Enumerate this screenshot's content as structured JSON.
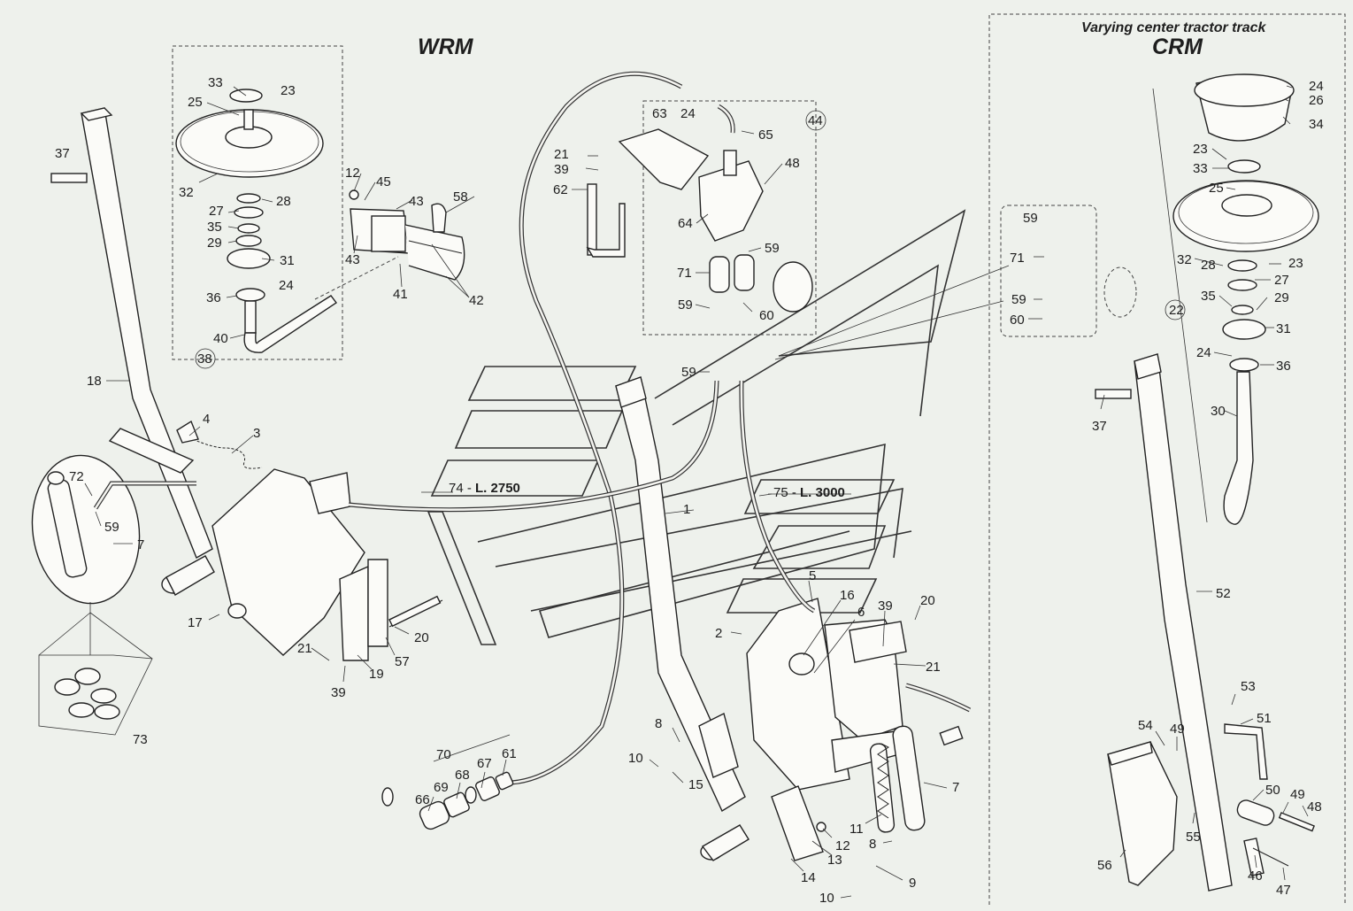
{
  "titles": {
    "wrm": "WRM",
    "crm": "CRM",
    "crm_subtitle": "Varying center tractor track"
  },
  "hoses": {
    "h74_number": "74 - ",
    "h74_length": "L. 2750",
    "h75_number": "75 - ",
    "h75_length": "L. 3000"
  },
  "callouts": {
    "c1": "1",
    "c2": "2",
    "c3": "3",
    "c4": "4",
    "c5": "5",
    "c6": "6",
    "c7a": "7",
    "c7b": "7",
    "c8a": "8",
    "c8b": "8",
    "c9": "9",
    "c10a": "10",
    "c10b": "10",
    "c11": "11",
    "c12a": "12",
    "c12b": "12",
    "c13": "13",
    "c14": "14",
    "c15": "15",
    "c16": "16",
    "c17": "17",
    "c18": "18",
    "c19": "19",
    "c20a": "20",
    "c20b": "20",
    "c21a": "21",
    "c21b": "21",
    "c21c": "21",
    "c22": "22",
    "c23a": "23",
    "c23b": "23",
    "c23c": "23",
    "c24a": "24",
    "c24b": "24",
    "c24c": "24",
    "c24d": "24",
    "c25a": "25",
    "c25b": "25",
    "c26": "26",
    "c27a": "27",
    "c27b": "27",
    "c28a": "28",
    "c28b": "28",
    "c29a": "29",
    "c29b": "29",
    "c30": "30",
    "c31a": "31",
    "c31b": "31",
    "c32a": "32",
    "c32b": "32",
    "c33a": "33",
    "c33b": "33",
    "c34": "34",
    "c35a": "35",
    "c35b": "35",
    "c36a": "36",
    "c36b": "36",
    "c37a": "37",
    "c37b": "37",
    "c38": "38",
    "c39a": "39",
    "c39b": "39",
    "c39c": "39",
    "c40": "40",
    "c41": "41",
    "c42": "42",
    "c43a": "43",
    "c43b": "43",
    "c44": "44",
    "c45": "45",
    "c46": "46",
    "c47": "47",
    "c48a": "48",
    "c48b": "48",
    "c49a": "49",
    "c49b": "49",
    "c50": "50",
    "c51": "51",
    "c52": "52",
    "c53": "53",
    "c54": "54",
    "c55": "55",
    "c56": "56",
    "c57": "57",
    "c58": "58",
    "c59a": "59",
    "c59b": "59",
    "c59c": "59",
    "c59d": "59",
    "c59e": "59",
    "c59f": "59",
    "c59g": "59",
    "c60a": "60",
    "c60b": "60",
    "c61": "61",
    "c62": "62",
    "c63": "63",
    "c64": "64",
    "c65": "65",
    "c66": "66",
    "c67": "67",
    "c68": "68",
    "c69": "69",
    "c70": "70",
    "c71a": "71",
    "c71b": "71",
    "c72": "72",
    "c73": "73"
  }
}
